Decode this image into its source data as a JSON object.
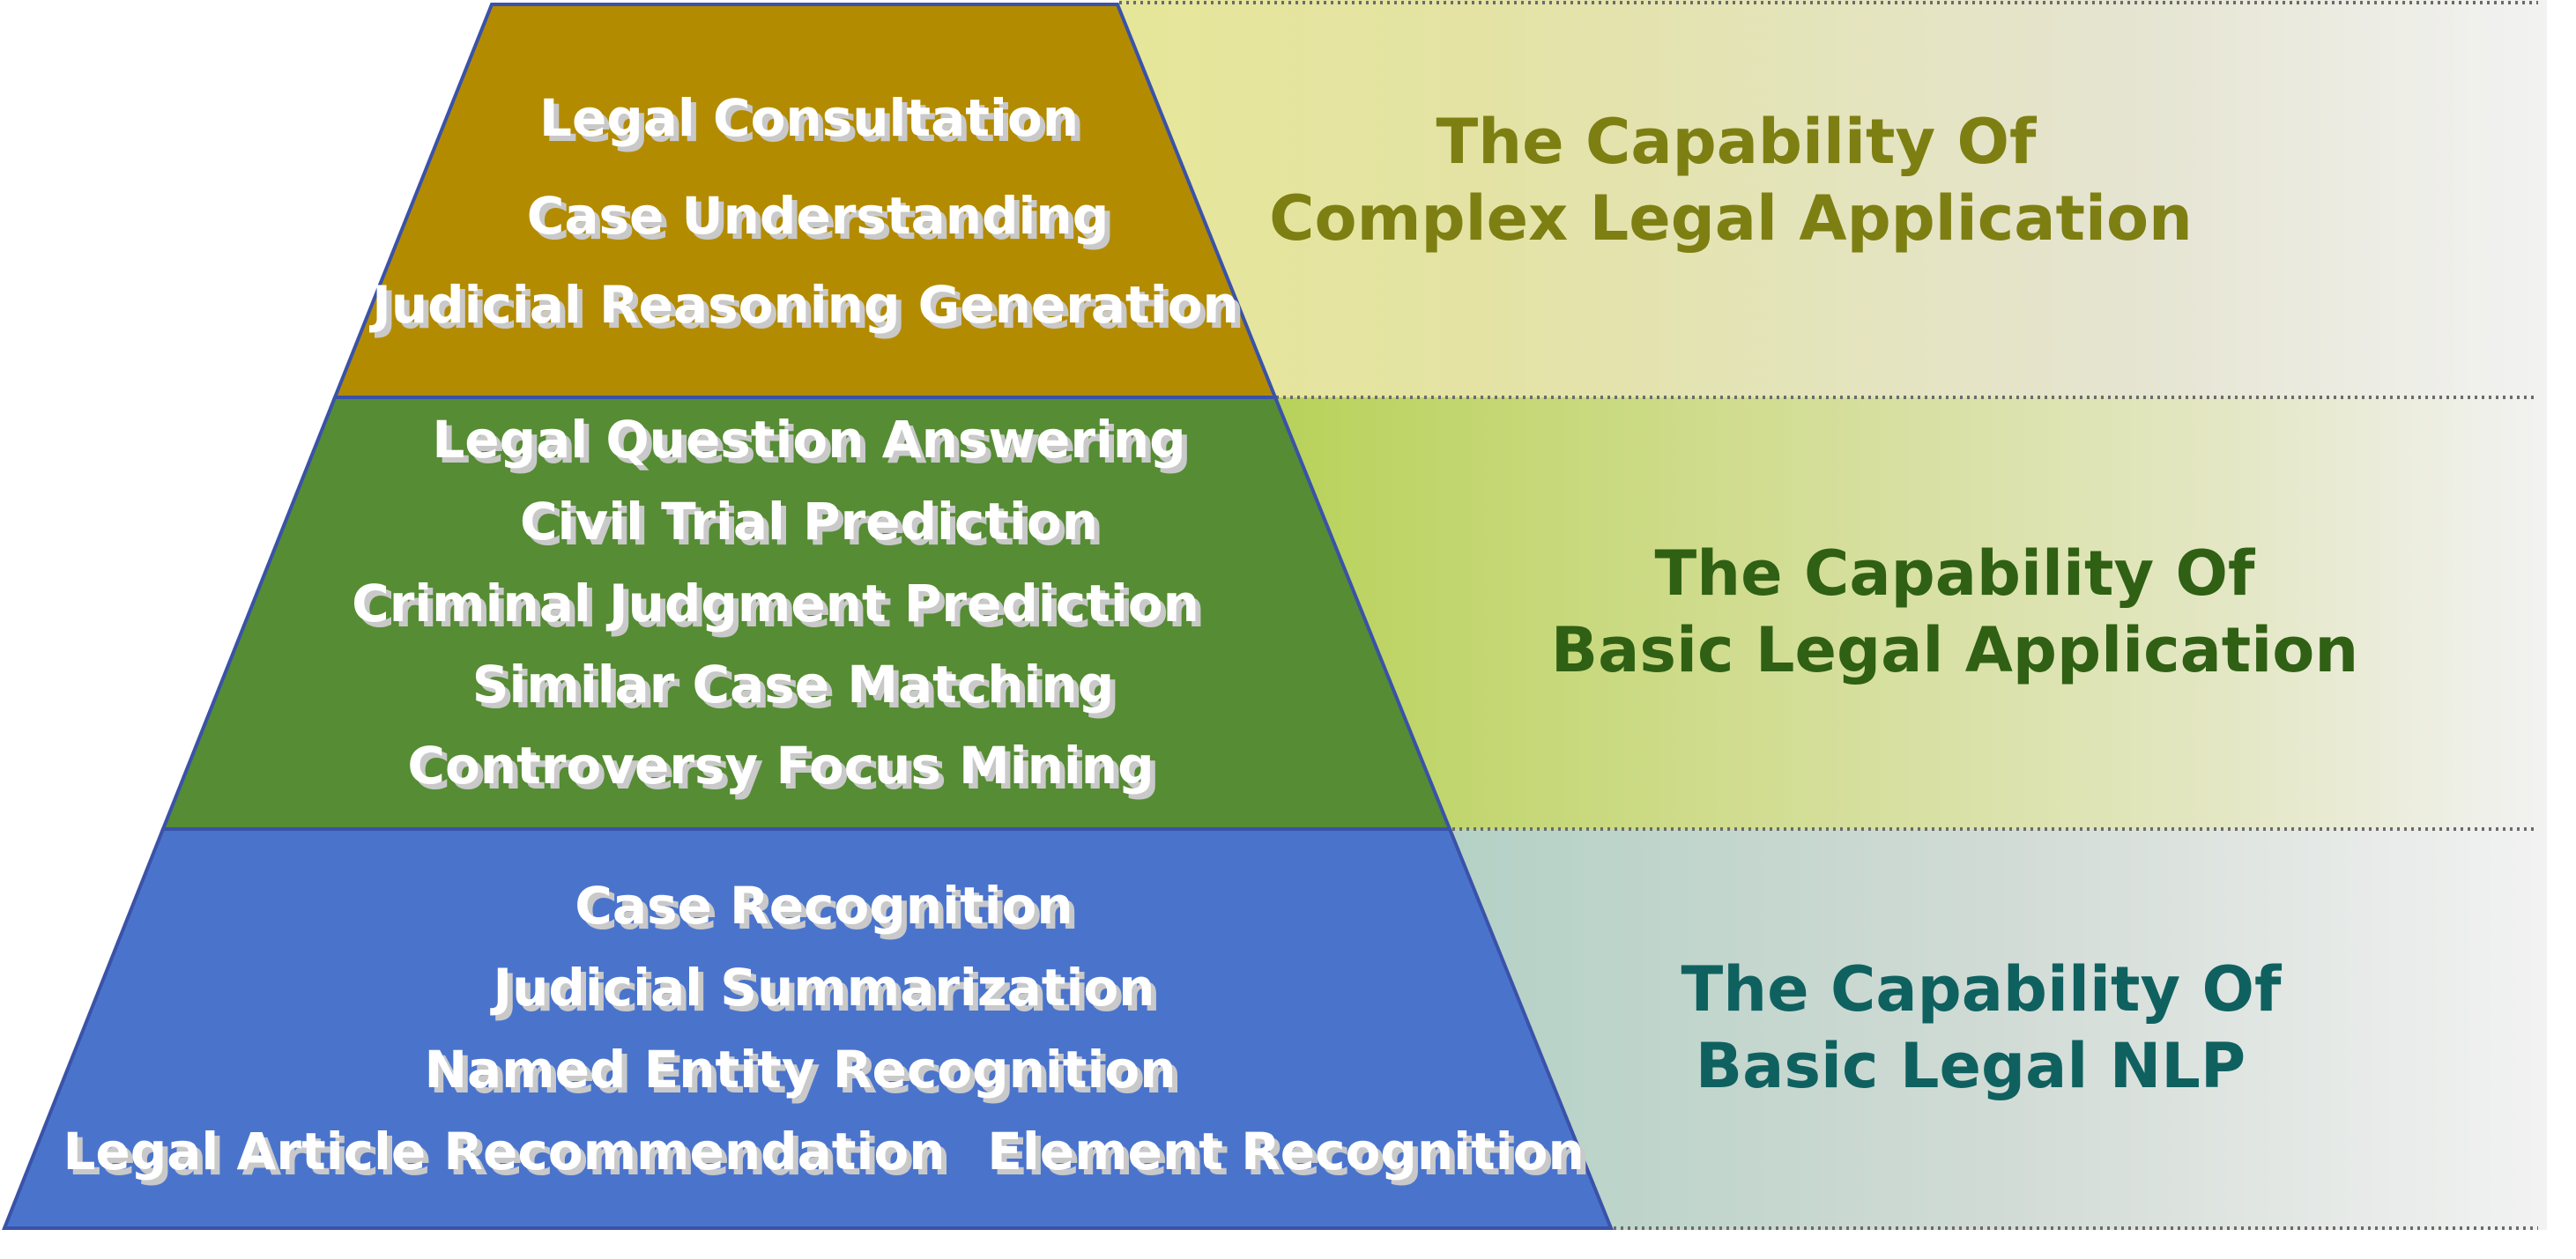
{
  "colors": {
    "top_fill": "#b38b00",
    "middle_fill": "#568c34",
    "bottom_fill": "#4a74cc",
    "outline": "#3a52a8",
    "top_caption": "#7e7f12",
    "middle_caption": "#2f6014",
    "bottom_caption": "#0f6160"
  },
  "tiers": {
    "top": {
      "items": [
        "Legal Consultation",
        "Case Understanding",
        "Judicial Reasoning Generation"
      ],
      "caption": [
        "The Capability Of",
        "Complex Legal Application"
      ]
    },
    "middle": {
      "items": [
        "Legal Question Answering",
        "Civil Trial Prediction",
        "Criminal Judgment Prediction",
        "Similar Case Matching",
        "Controversy Focus Mining"
      ],
      "caption": [
        "The Capability Of",
        "Basic Legal Application"
      ]
    },
    "bottom": {
      "items": [
        "Case Recognition",
        "Judicial Summarization",
        "Named Entity Recognition",
        "Legal Article Recommendation",
        "Element Recognition"
      ],
      "caption": [
        "The Capability Of",
        "Basic Legal NLP"
      ]
    }
  }
}
